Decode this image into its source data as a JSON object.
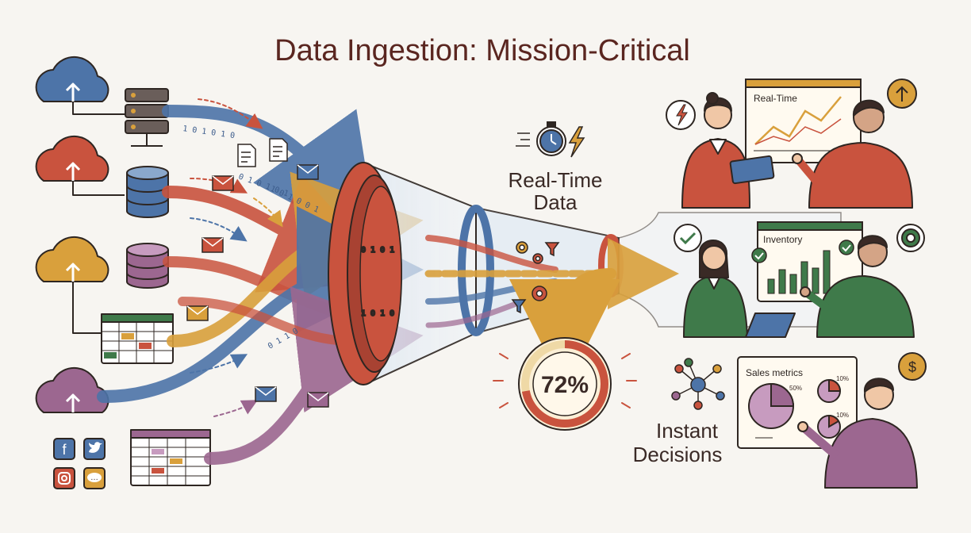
{
  "title": "Data Ingestion: Mission-Critical",
  "realtime": {
    "line1": "Real-Time",
    "line2": "Data"
  },
  "processing": {
    "percent": "72%",
    "fraction": 0.72
  },
  "decisions": {
    "line1": "Instant",
    "line2": "Decisions"
  },
  "panels": {
    "realtime_title": "Real-Time",
    "inventory_title": "Inventory",
    "sales_title": "Sales metrics",
    "pie_main_pct": "50%",
    "pie_small1_pct": "10%",
    "pie_small2_pct": "10%"
  },
  "binary": {
    "a": "1 0 1 0 1 0",
    "b": "0 1 0 1 0 1",
    "c": "1 0 1 0 0 1",
    "d": "0 1 0 1",
    "e": "1 0 1 0",
    "f": "0 1 1 0"
  },
  "icons": {
    "lightning": "⚡",
    "dollar": "$",
    "arrow_up": "↑",
    "check": "✓",
    "facebook": "f",
    "twitter": "t",
    "chat": "…"
  },
  "colors": {
    "blue": "#4d74a8",
    "red": "#c9533e",
    "gold": "#d9a03c",
    "purple": "#9c6790",
    "green": "#3f7a4a",
    "dark": "#3a2a26",
    "title": "#5a2620"
  }
}
